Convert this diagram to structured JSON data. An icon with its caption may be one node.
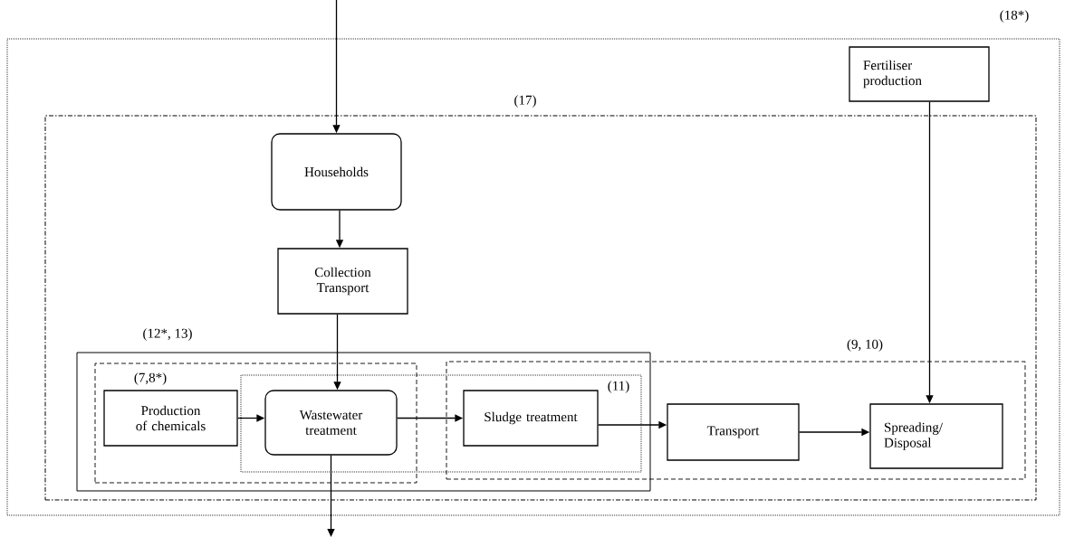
{
  "diagram": {
    "nodes": [
      {
        "text": [
          "(18*)"
        ]
      },
      {
        "text": [
          "(17)"
        ],
        "in": 0
      },
      {
        "text": [
          "(12*, 13)"
        ],
        "in": 1
      },
      {
        "text": [
          "(7,8*)"
        ],
        "in": 2
      },
      {
        "text": [
          "(9, 10)"
        ],
        "in": 1
      },
      {
        "text": [
          "Households"
        ],
        "in": 1
      },
      {
        "text": [
          "Collection Transport"
        ],
        "in": 1
      },
      {
        "text": [
          "Production of chemicals"
        ],
        "in": 3
      },
      {
        "text": [
          "Wastewater treatment"
        ],
        "in": 3
      },
      {
        "text": [
          "Sludge treatment"
        ]
      },
      {
        "text": [
          "Transport"
        ],
        "in": 4
      },
      {
        "text": [
          "Spreading/ Disposal"
        ],
        "in": 4
      },
      {
        "text": [
          "Fertiliser production"
        ],
        "in": 0
      }
    ],
    "edges": [
      {
        "from": null,
        "to": 5,
        "arrow": "to"
      },
      {
        "from": 5,
        "to": 6,
        "arrow": "to"
      },
      {
        "from": 6,
        "to": 8,
        "arrow": "to"
      },
      {
        "from": 7,
        "to": 8,
        "arrow": "to"
      },
      {
        "from": 8,
        "to": 9,
        "arrow": "to"
      },
      {
        "from": 9,
        "to": 10,
        "arrow": "to"
      },
      {
        "from": 10,
        "to": 11,
        "arrow": "to"
      },
      {
        "from": 12,
        "to": 11,
        "arrow": "to"
      },
      {
        "from": 8,
        "to": null,
        "arrow": "to"
      }
    ],
    "labels": [
      "(11)"
    ]
  }
}
